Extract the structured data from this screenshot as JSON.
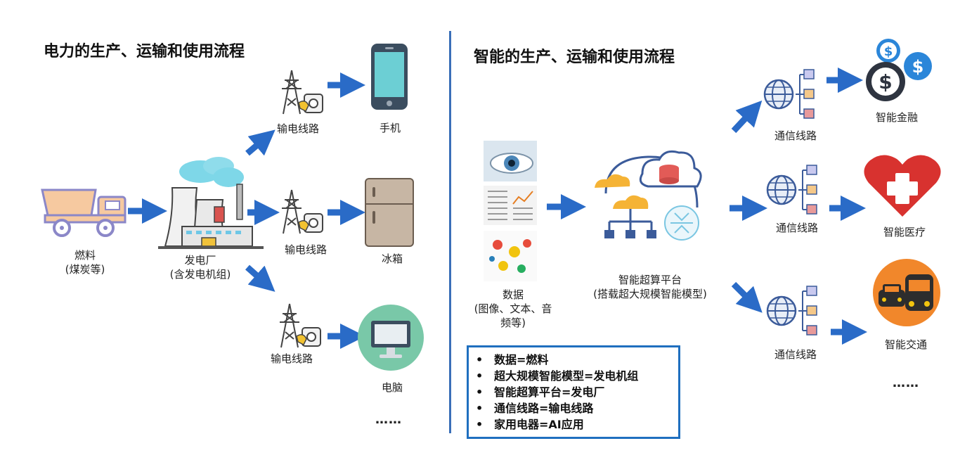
{
  "left": {
    "title": "电力的生产、运输和使用流程",
    "fuel": {
      "line1": "燃料",
      "line2": "(煤炭等)"
    },
    "plant": {
      "line1": "发电厂",
      "line2": "(含发电机组)"
    },
    "line_labels": [
      "输电线路",
      "输电线路",
      "输电线路"
    ],
    "devices": [
      "手机",
      "冰箱",
      "电脑"
    ],
    "ellipsis": "……"
  },
  "right": {
    "title": "智能的生产、运输和使用流程",
    "data_source": {
      "line1": "数据",
      "line2": "(图像、文本、音",
      "line3": "频等)"
    },
    "platform": {
      "line1": "智能超算平台",
      "line2": "(搭载超大规模智能模型)"
    },
    "comm_labels": [
      "通信线路",
      "通信线路",
      "通信线路"
    ],
    "apps": [
      "智能金融",
      "智能医疗",
      "智能交通"
    ],
    "ellipsis": "……"
  },
  "legend": {
    "items": [
      "数据=燃料",
      "超大规模智能模型=发电机组",
      "智能超算平台=发电厂",
      "通信线路=输电线路",
      "家用电器=AI应用"
    ]
  },
  "colors": {
    "arrow": "#2a6bc7",
    "divider": "#3a6fb8",
    "legend_border": "#1f6fbf"
  },
  "icons": [
    "dump-truck-icon",
    "power-plant-icon",
    "transmission-tower-icon",
    "smartphone-icon",
    "fridge-icon",
    "computer-icon",
    "data-images-icon",
    "cloud-platform-icon",
    "globe-network-icon",
    "finance-icon",
    "medical-heart-icon",
    "traffic-icon"
  ]
}
